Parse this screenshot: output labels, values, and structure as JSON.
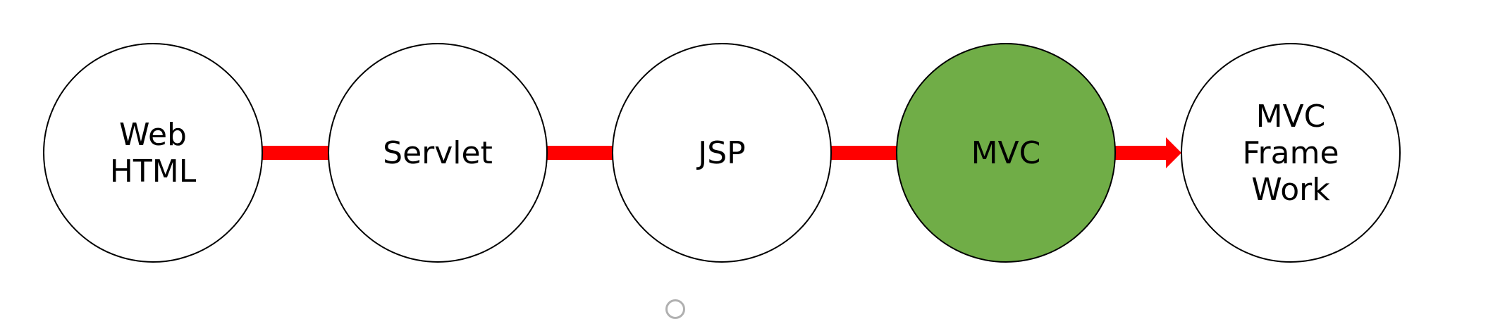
{
  "nodes": [
    {
      "id": "web-html",
      "lines": [
        "Web",
        "HTML"
      ],
      "fill": "#ffffff"
    },
    {
      "id": "servlet",
      "lines": [
        "Servlet"
      ],
      "fill": "#ffffff"
    },
    {
      "id": "jsp",
      "lines": [
        "JSP"
      ],
      "fill": "#ffffff"
    },
    {
      "id": "mvc",
      "lines": [
        "MVC"
      ],
      "fill": "#70ad47",
      "highlighted": true
    },
    {
      "id": "mvc-framework",
      "lines": [
        "MVC",
        "Frame",
        "Work"
      ],
      "fill": "#ffffff"
    }
  ],
  "connectors": [
    {
      "from": "web-html",
      "to": "servlet",
      "arrowhead": false
    },
    {
      "from": "servlet",
      "to": "jsp",
      "arrowhead": false
    },
    {
      "from": "jsp",
      "to": "mvc",
      "arrowhead": false
    },
    {
      "from": "mvc",
      "to": "mvc-framework",
      "arrowhead": true
    }
  ],
  "colors": {
    "connector": "#ff0000",
    "stroke": "#000000",
    "highlight": "#70ad47"
  },
  "icons": {
    "partial_bottom": "cursor-circle-icon"
  }
}
